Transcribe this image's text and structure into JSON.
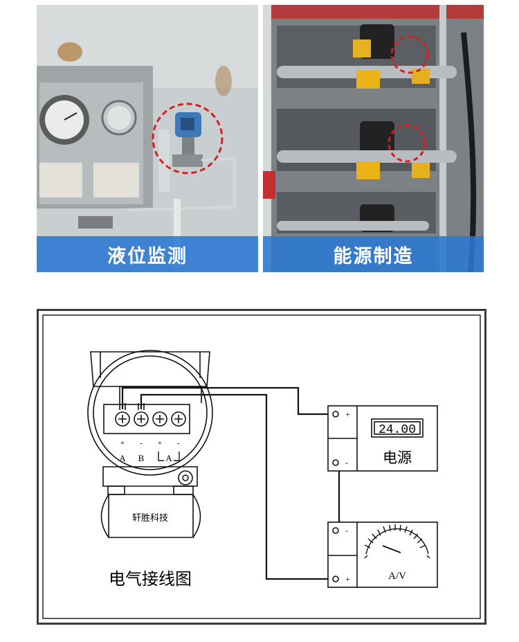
{
  "photos": [
    {
      "caption": "液位监测",
      "subject": "level-transmitter-on-tank"
    },
    {
      "caption": "能源制造",
      "subject": "transmitter-rack-in-plant"
    }
  ],
  "diagram": {
    "title": "电气接线图",
    "brand_label": "轩胜科技",
    "terminal_labels": [
      "A",
      "B",
      "A"
    ],
    "terminal_signs": [
      "+",
      "-",
      "+",
      "-"
    ],
    "power_supply": {
      "display": "24.00",
      "label": "电源",
      "plus": "+",
      "minus": "-"
    },
    "meter": {
      "label": "A/V",
      "plus": "+",
      "minus": "-"
    },
    "colors": {
      "caption_band": "#2b78d3",
      "line": "#111111",
      "highlight": "#d61f1f"
    }
  }
}
